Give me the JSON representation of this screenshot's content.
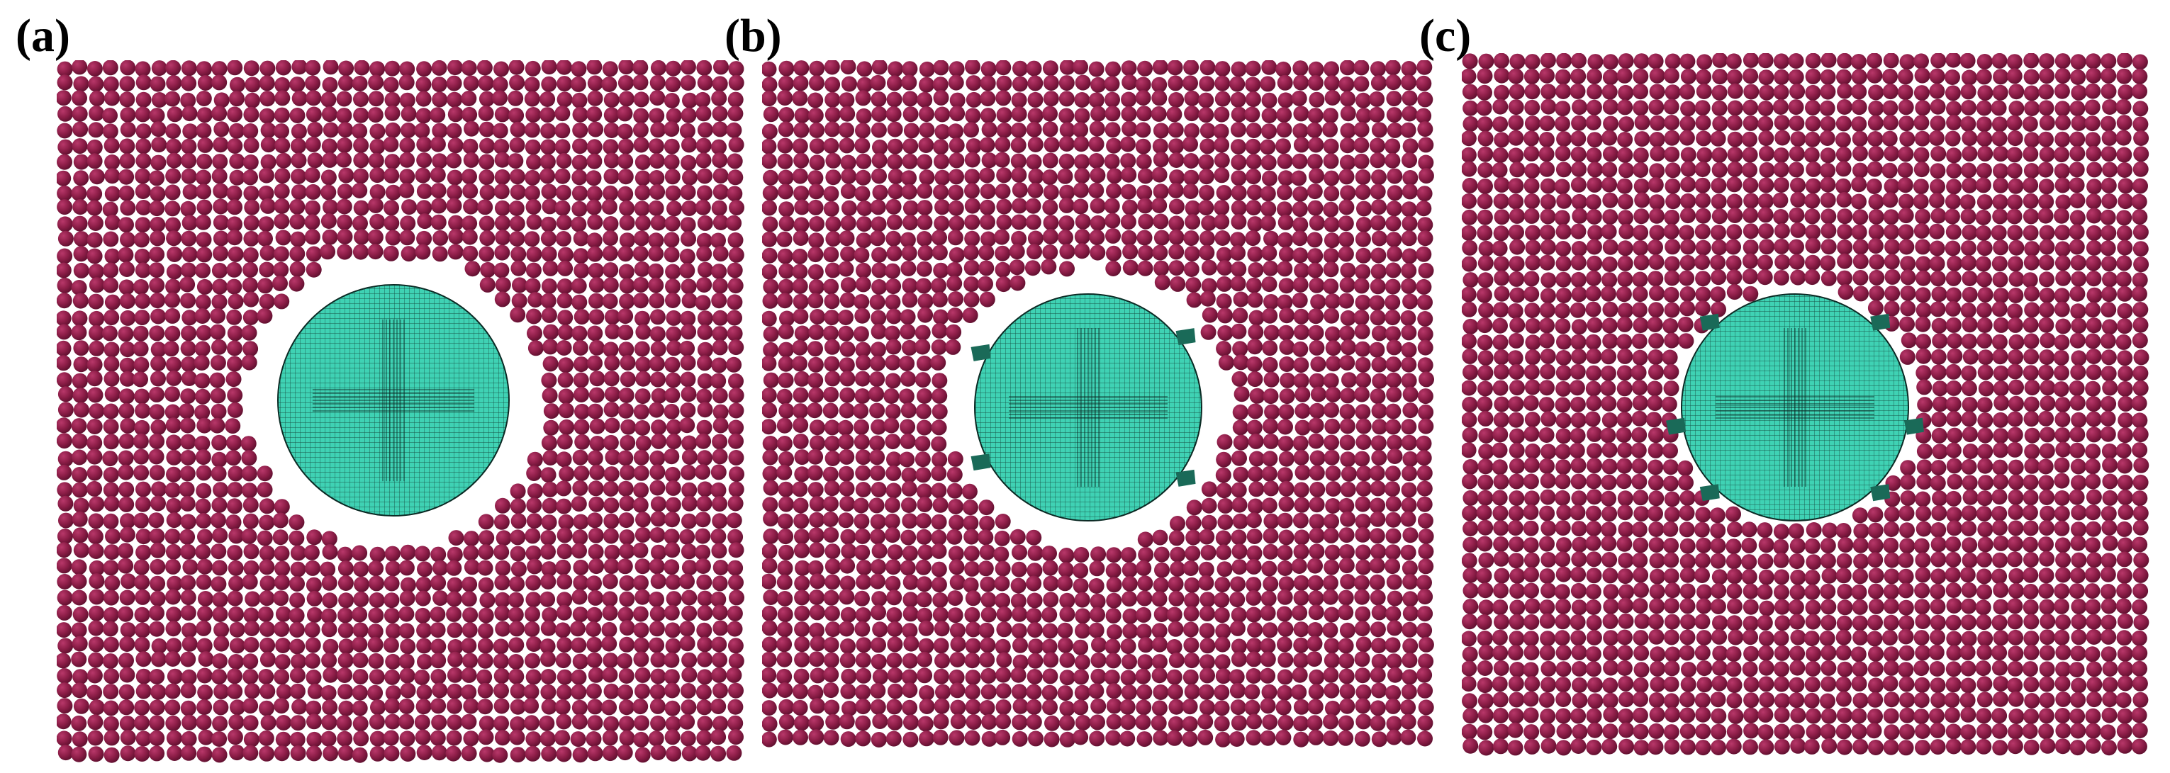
{
  "figure": {
    "panels": [
      {
        "label": "(a)"
      },
      {
        "label": "(b)"
      },
      {
        "label": "(c)"
      }
    ]
  },
  "colors": {
    "background": "#ffffff",
    "matrix_atom": "#8c1d47",
    "matrix_atom_highlight": "#b8386a",
    "matrix_atom_shadow": "#5a0e2c",
    "particle_fill": "#3fd2b4",
    "particle_grid": "#0b2a24",
    "defect_atom": "#1a6a58",
    "label_text": "#000000"
  }
}
